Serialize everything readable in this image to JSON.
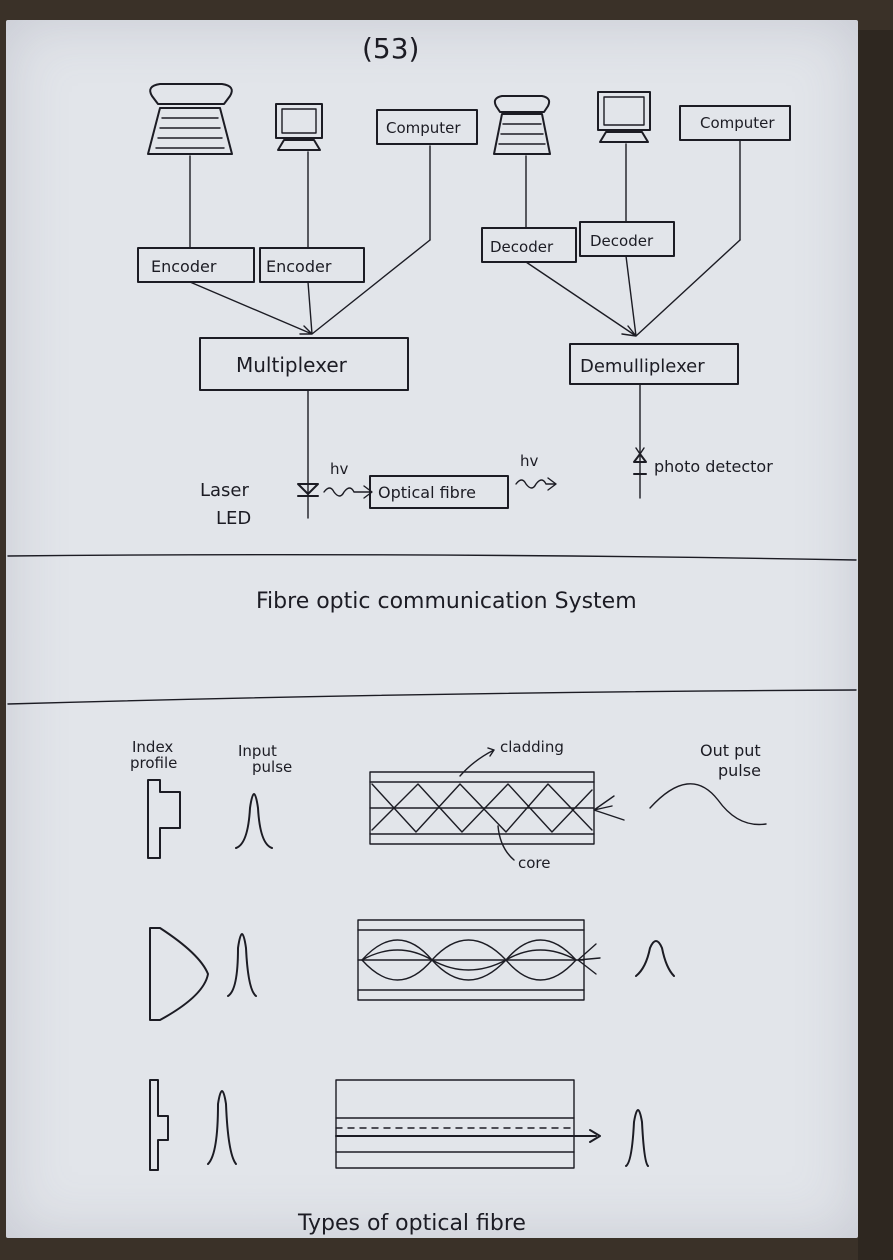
{
  "page_number": "(53)",
  "top_diagram": {
    "sources": {
      "computer_label": "Computer"
    },
    "encoders": [
      "Encoder",
      "Encoder"
    ],
    "multiplexer": "Multiplexer",
    "transmitter": {
      "line1": "Laser",
      "line2": "LED",
      "photon": "hv"
    },
    "channel": "Optical fibre",
    "channel_photon": "hv",
    "receiver": {
      "computer_label": "Computer",
      "decoders": [
        "Decoder",
        "Decoder"
      ],
      "demultiplexer": "Demulliplexer",
      "detector": "photo detector"
    },
    "caption": "Fibre optic communication System"
  },
  "bottom_diagram": {
    "headers": {
      "index_profile": "Index profile",
      "input_pulse": "Input pulse",
      "output_pulse": "Out put pulse"
    },
    "labels": {
      "cladding": "cladding",
      "core": "core"
    },
    "caption": "Types of optical fibre"
  }
}
